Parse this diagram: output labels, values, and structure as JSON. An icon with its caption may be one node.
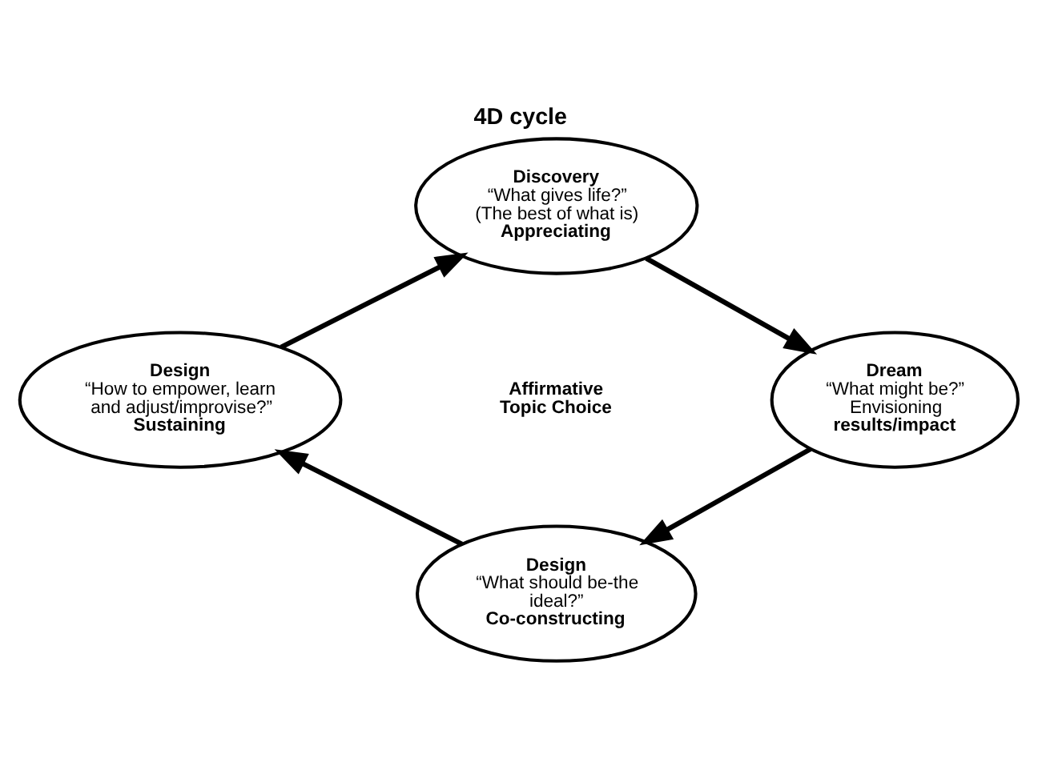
{
  "diagram": {
    "title": "4D cycle",
    "nodes": [
      {
        "text": [
          "Discovery",
          "“What gives life?” (The best of what is)",
          "Appreciating"
        ]
      },
      {
        "text": [
          "Dream",
          "“What might be?”",
          "Envisioning",
          "results/impact"
        ]
      },
      {
        "text": [
          "Design",
          "“What should be-the ideal?”",
          "Co-constructing"
        ]
      },
      {
        "text": [
          "Design",
          "“How to empower, learn and adjust/improvise?”",
          "Sustaining"
        ]
      }
    ],
    "edges": [
      {
        "from": 0,
        "to": 1,
        "arrow": "to"
      },
      {
        "from": 1,
        "to": 2,
        "arrow": "to"
      },
      {
        "from": 2,
        "to": 3,
        "arrow": "to"
      },
      {
        "from": 3,
        "to": 0,
        "arrow": "to"
      }
    ],
    "labels": [
      "Affirmative Topic Choice"
    ]
  }
}
